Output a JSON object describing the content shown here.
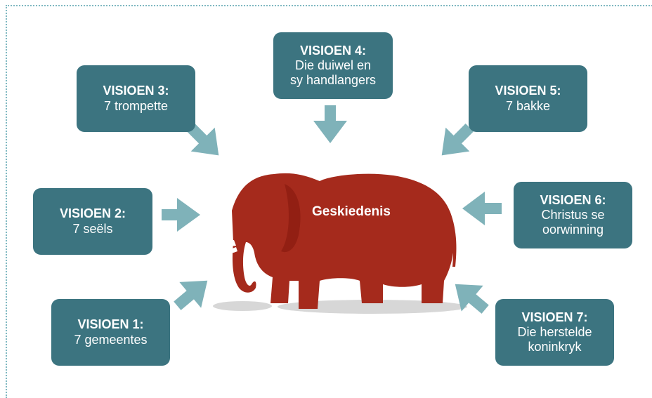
{
  "center": {
    "label": "Geskiedenis"
  },
  "visions": [
    {
      "title": "VISIOEN 1:",
      "sub": "7 gemeentes"
    },
    {
      "title": "VISIOEN 2:",
      "sub": "7 seëls"
    },
    {
      "title": "VISIOEN 3:",
      "sub": "7 trompette"
    },
    {
      "title": "VISIOEN 4:",
      "sub": "Die duiwel en\nsy handlangers"
    },
    {
      "title": "VISIOEN 5:",
      "sub": "7 bakke"
    },
    {
      "title": "VISIOEN 6:",
      "sub": "Christus se\noorwinning"
    },
    {
      "title": "VISIOEN 7:",
      "sub": "Die herstelde\nkoninkryk"
    }
  ],
  "colors": {
    "box": "#3c7480",
    "arrow": "#7fb2b9",
    "elephant": "#a52a1c",
    "shadow": "#d7d7d7"
  }
}
